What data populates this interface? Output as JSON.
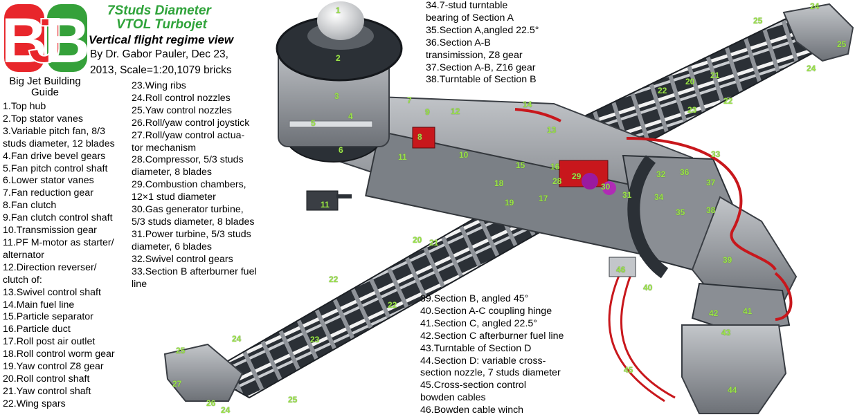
{
  "logo": {
    "letters": [
      "B",
      "J",
      "B"
    ],
    "colors": {
      "red": "#e8262b",
      "green": "#35a13a",
      "white": "#ffffff"
    }
  },
  "title": {
    "line1": "7Studs Diameter",
    "line2": "VTOL Turbojet",
    "line3": "Vertical flight regime view",
    "author1": "By Dr. Gabor Pauler, Dec 23,",
    "author2": "2013, Scale=1:20,1079 bricks",
    "guide1": "Big Jet Building",
    "guide2": "Guide",
    "title_color": "#2fa33a"
  },
  "legend": {
    "col1": [
      "1.Top hub",
      "2.Top stator vanes",
      "3.Variable pitch fan, 8/3",
      "studs diameter, 12 blades",
      "4.Fan drive bevel gears",
      "5.Fan pitch control shaft",
      "6.Lower stator vanes",
      "7.Fan reduction gear",
      "8.Fan clutch",
      "9.Fan clutch control shaft",
      "10.Transmission gear",
      "11.PF M-motor as starter/",
      "alternator",
      "12.Direction reverser/",
      "clutch of:",
      "13.Swivel control shaft",
      "14.Main fuel line",
      "15.Particle separator",
      "16.Particle duct",
      "17.Roll post air outlet",
      "18.Roll control worm gear",
      "19.Yaw control Z8 gear",
      "20.Roll control shaft",
      "21.Yaw control shaft",
      "22.Wing spars"
    ],
    "col2": [
      "23.Wing ribs",
      "24.Roll control nozzles",
      "25.Yaw control nozzles",
      "26.Roll/yaw control joystick",
      "27.Roll/yaw control actua-",
      "tor mechanism",
      "28.Compressor, 5/3 studs",
      "diameter, 8 blades",
      "29.Combustion chambers,",
      "12×1 stud diameter",
      "30.Gas generator turbine,",
      "5/3 studs diameter, 8 blades",
      "31.Power turbine, 5/3 studs",
      "diameter, 6 blades",
      "32.Swivel control gears",
      "33.Section B afterburner fuel",
      "line"
    ],
    "col3": [
      "34.7-stud turntable",
      "bearing of Section A",
      "35.Section A,angled 22.5°",
      "36.Section A-B",
      "transimission, Z8 gear",
      "37.Section A-B, Z16 gear",
      "38.Turntable of Section B"
    ],
    "col4": [
      "39.Section B, angled 45°",
      "40.Section A-C coupling hinge",
      "41.Section C, angled 22.5°",
      "42.Section C afterburner fuel line",
      "43.Turntable of Section D",
      "44.Section D: variable cross-",
      "section nozzle, 7 studs diameter",
      "45.Cross-section control",
      "bowden cables",
      "46.Bowden cable winch"
    ]
  },
  "callouts": [
    "1",
    "2",
    "3",
    "4",
    "5",
    "6",
    "7",
    "8",
    "9",
    "10",
    "11",
    "11",
    "12",
    "13",
    "14",
    "15",
    "16",
    "17",
    "18",
    "19",
    "20",
    "20",
    "21",
    "21",
    "22",
    "22",
    "22",
    "22",
    "23",
    "23",
    "24",
    "24",
    "24",
    "24",
    "25",
    "25",
    "25",
    "25",
    "26",
    "27",
    "28",
    "29",
    "30",
    "31",
    "32",
    "33",
    "34",
    "35",
    "36",
    "37",
    "38",
    "39",
    "40",
    "41",
    "42",
    "43",
    "44",
    "45",
    "46"
  ],
  "colors": {
    "callout": "#9be34a",
    "fuel_line": "#c8171c",
    "lego_gray": "#9a9ea3",
    "lego_dark": "#2b3036",
    "spar_white": "#f2f2f2"
  }
}
